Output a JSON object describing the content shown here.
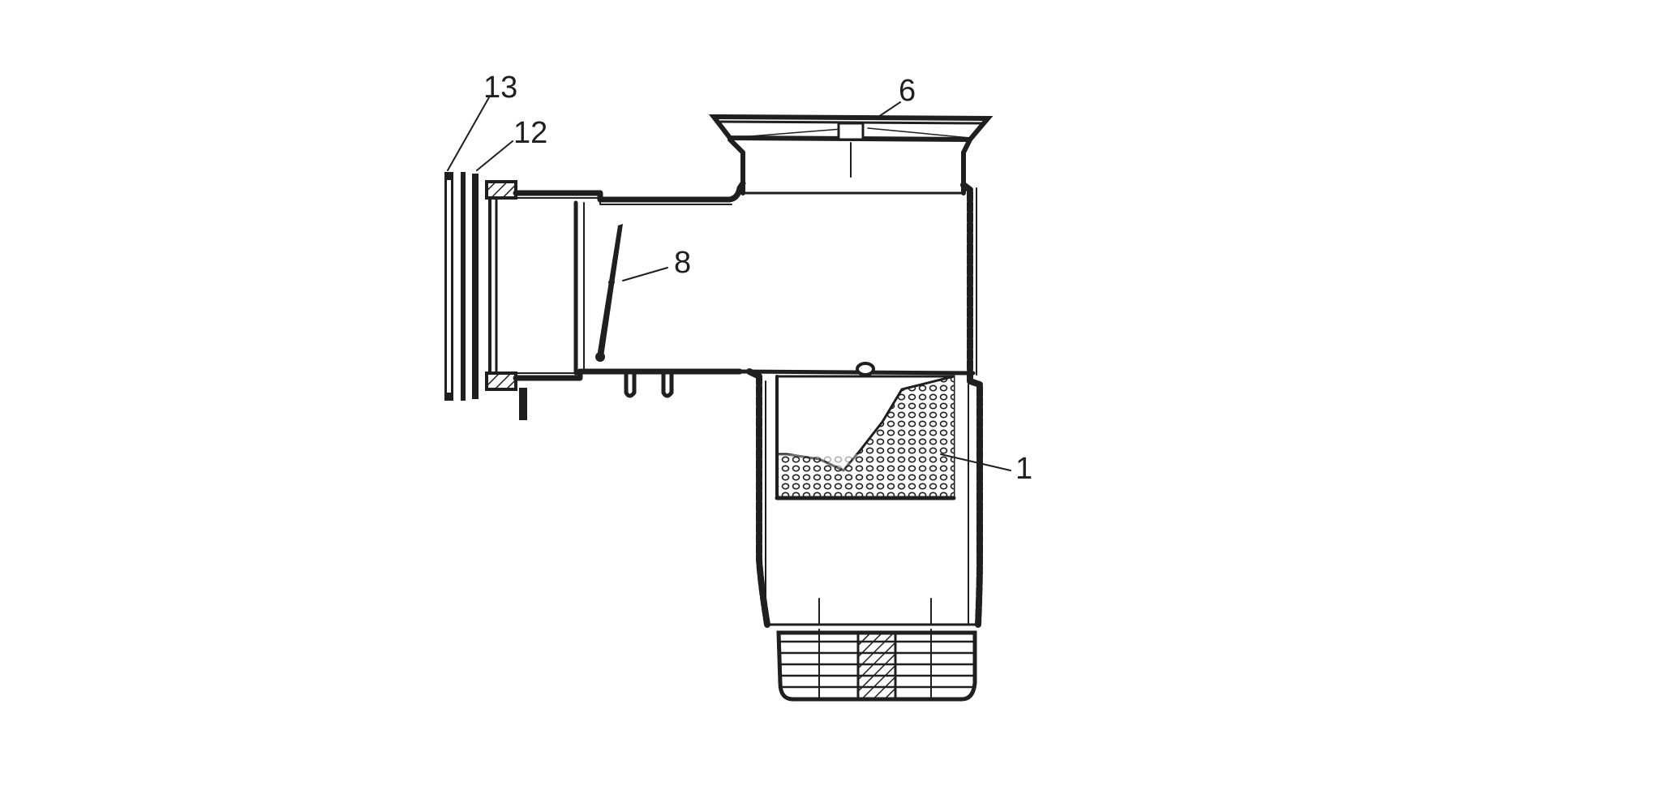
{
  "diagram": {
    "colors": {
      "ink": "#1f1f1f",
      "background": "#ffffff",
      "hatch": "#1f1f1f"
    },
    "callouts": [
      {
        "id": "13",
        "label": "13"
      },
      {
        "id": "12",
        "label": "12"
      },
      {
        "id": "6",
        "label": "6"
      },
      {
        "id": "8",
        "label": "8"
      },
      {
        "id": "1",
        "label": "1"
      }
    ]
  }
}
